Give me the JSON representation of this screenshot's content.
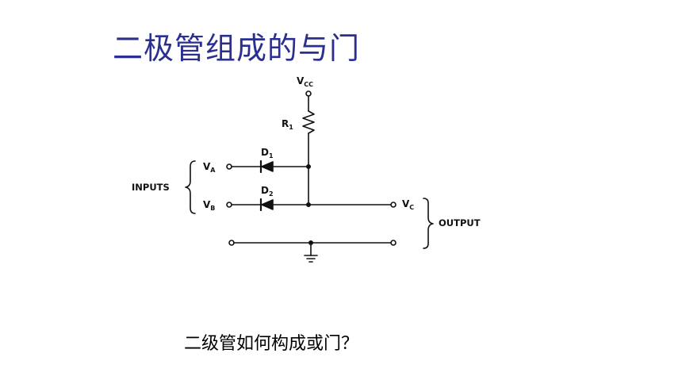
{
  "slide": {
    "title": "二极管组成的与门",
    "question": "二级管如何构成或门？"
  },
  "circuit": {
    "vcc": {
      "main": "V",
      "sub": "CC"
    },
    "resistor": {
      "main": "R",
      "sub": "1"
    },
    "diode1": {
      "main": "D",
      "sub": "1"
    },
    "diode2": {
      "main": "D",
      "sub": "2"
    },
    "input_a": {
      "main": "V",
      "sub": "A"
    },
    "input_b": {
      "main": "V",
      "sub": "B"
    },
    "output_c": {
      "main": "V",
      "sub": "C"
    },
    "inputs_label": "INPUTS",
    "output_label": "OUTPUT",
    "colors": {
      "wire": "#111111",
      "title": "#2b2f8f"
    }
  }
}
